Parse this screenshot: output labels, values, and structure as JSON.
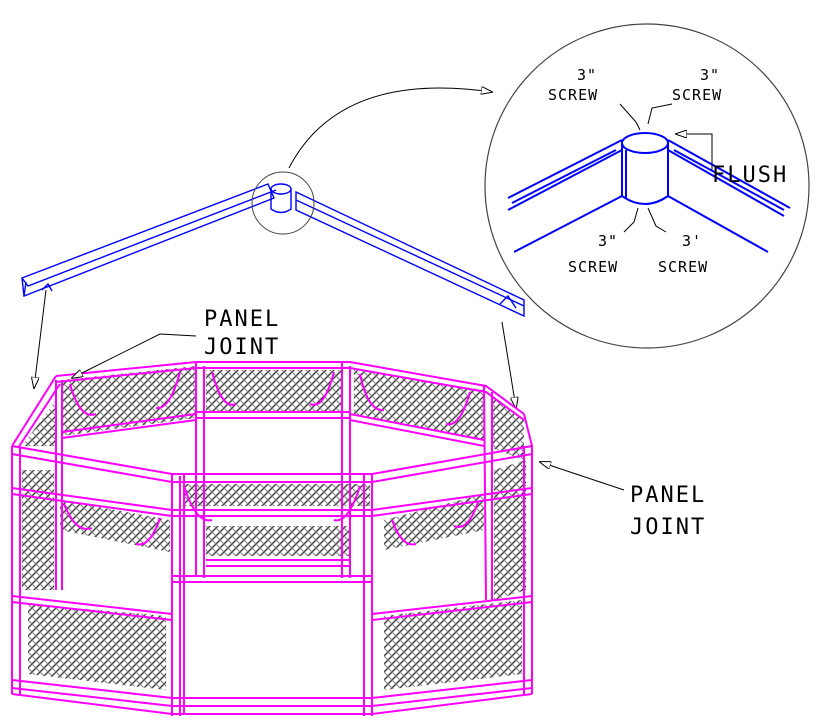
{
  "colors": {
    "ink": "#000000",
    "roof_frame": "#0000ff",
    "gazebo_frame": "#ff00ff",
    "lattice": "#555555",
    "background": "#ffffff"
  },
  "detail": {
    "screw_top_left": "3\"",
    "screw_top_left_word": "SCREW",
    "screw_top_right": "3\"",
    "screw_top_right_word": "SCREW",
    "screw_bottom_left": "3\"",
    "screw_bottom_left_word": "SCREW",
    "screw_bottom_right": "3'",
    "screw_bottom_right_word": "SCREW",
    "flush": "FLUSH"
  },
  "labels": {
    "panel_joint_top_1": "PANEL",
    "panel_joint_top_2": "JOINT",
    "panel_joint_right_1": "PANEL",
    "panel_joint_right_2": "JOINT"
  },
  "icons": {
    "detail_callout": "magnify-circle-icon",
    "arrow": "arrow-icon"
  }
}
